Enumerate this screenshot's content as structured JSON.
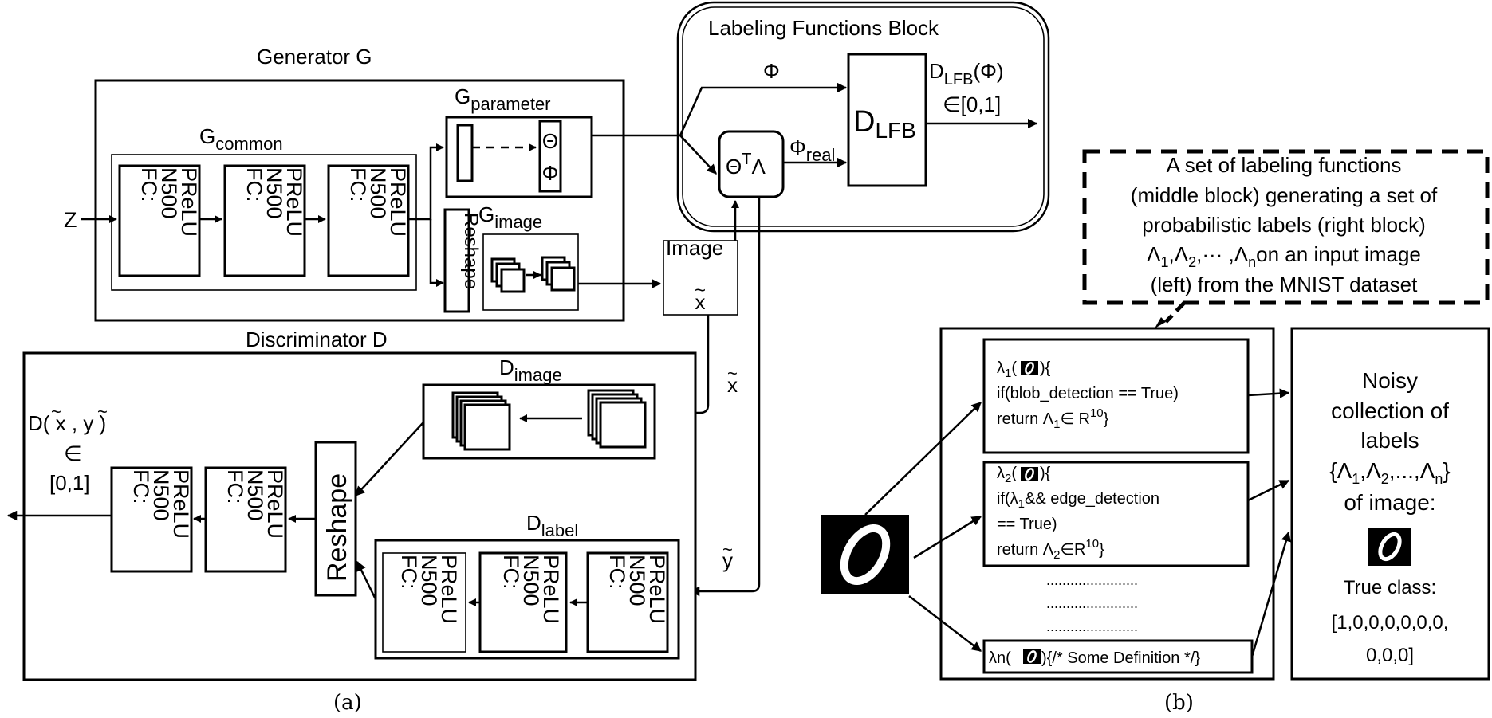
{
  "generator": {
    "title": "Generator G",
    "common_label": "G",
    "common_sub": "common",
    "fc_line1": "FC:",
    "fc_line2": "N500",
    "fc_line3": "PReLU",
    "input_label": "Z",
    "parameter_label": "G",
    "parameter_sub": "parameter",
    "theta_symbol": "Θ",
    "phi_symbol": "Φ",
    "reshape_label": "Reshape",
    "image_gen_label": "G",
    "image_gen_sub": "image"
  },
  "image_output": {
    "label": "Image",
    "symbol": "x"
  },
  "lfb": {
    "title": "Labeling Functions Block",
    "phi": "Φ",
    "theta_lambda": "Θ",
    "theta_sup": "T",
    "lambda": "Λ",
    "phi_real": "Φ",
    "phi_real_sub": "real",
    "d_lfb": "D",
    "d_lfb_sub": "LFB",
    "out_line1": "D",
    "out_sub": "LFB",
    "out_arg": "(Φ)",
    "out_line2": "∈[0,1]"
  },
  "discriminator": {
    "title": "Discriminator D",
    "image_label": "D",
    "image_sub": "image",
    "label_label": "D",
    "label_sub": "label",
    "reshape_label": "Reshape",
    "x_tilde": "x",
    "y_tilde": "y",
    "output_line1": "D( x , y )",
    "output_line2": "∈",
    "output_line3": "[0,1]"
  },
  "note": {
    "lines": [
      "A set of labeling functions",
      "(middle block) generating a set of",
      "probabilistic labels (right block)",
      "Λ",
      "(left) from the MNIST dataset"
    ],
    "line4": {
      "l1": "Λ",
      "s1": "1",
      "comma1": ",Λ",
      "s2": "2",
      "ell": ",··· ,Λ",
      "sn": "n",
      "tail": "on an input image"
    }
  },
  "label_functions": {
    "f1": {
      "head": "λ",
      "head_sub": "1",
      "line2": "if(blob_detection == True)",
      "line3": "return Λ",
      "line3_sub": "1",
      "line3_tail": "∈ R",
      "sup": "10",
      "close": "}"
    },
    "f2": {
      "head": "λ",
      "head_sub": "2",
      "line2a": "if(λ",
      "line2a_sub": "1",
      "line2a_tail": "&& edge_detection",
      "line2b": "== True)",
      "line3": "return Λ",
      "line3_sub": "2",
      "line3_tail": "∈R",
      "sup": "10",
      "close": "}"
    },
    "dots": ".......................",
    "fn": {
      "head": "λn(",
      "tail": "){/* Some Definition */}"
    },
    "open_brace": "){"
  },
  "noisy": {
    "line1": "Noisy",
    "line2": "collection of",
    "line3": "labels",
    "line4": "{Λ",
    "line4b": ",Λ",
    "line4c": ",...,Λ",
    "line4d": "}",
    "s1": "1",
    "s2": "2",
    "sn": "n",
    "line5": "of image:",
    "true_class": "True class:",
    "vector1": "[1,0,0,0,0,0,0,",
    "vector2": "0,0,0]"
  },
  "captions": {
    "a": "(a)",
    "b": "(b)"
  }
}
